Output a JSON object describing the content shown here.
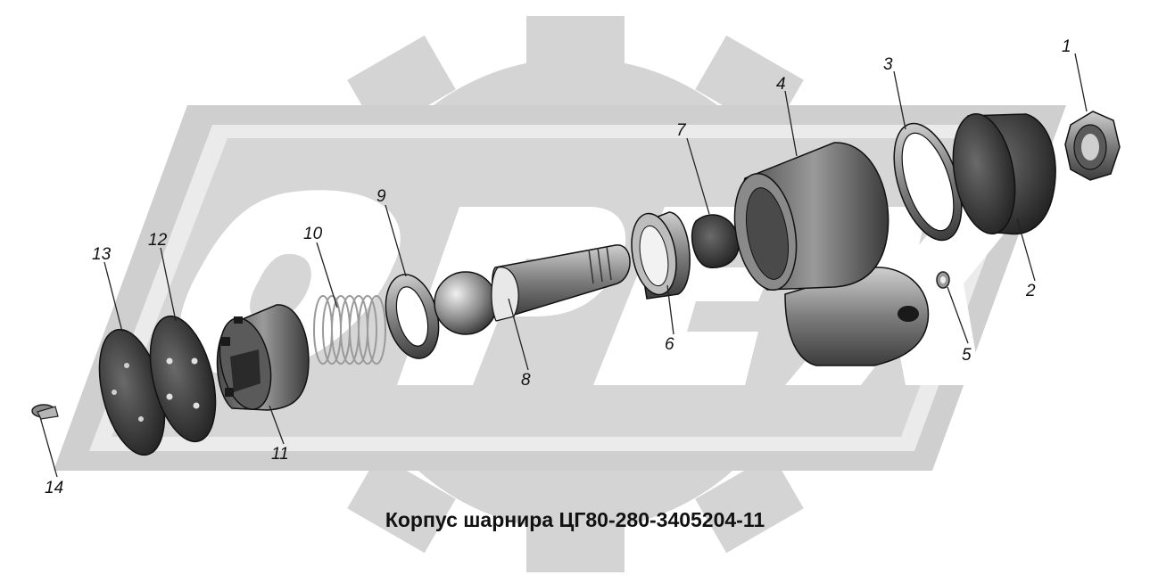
{
  "caption": "Корпус шарнира ЦГ80-280-3405204-11",
  "watermark_text": "OPEX",
  "colors": {
    "watermark": "#d2d2d2",
    "watermark_inner": "#e2e2e2",
    "part_dark": "#3a3a3a",
    "part_mid": "#7a7a7a",
    "part_light": "#bdbdbd",
    "leader": "#222222"
  },
  "callouts": [
    "1",
    "2",
    "3",
    "4",
    "5",
    "6",
    "7",
    "8",
    "9",
    "10",
    "11",
    "12",
    "13",
    "14"
  ]
}
